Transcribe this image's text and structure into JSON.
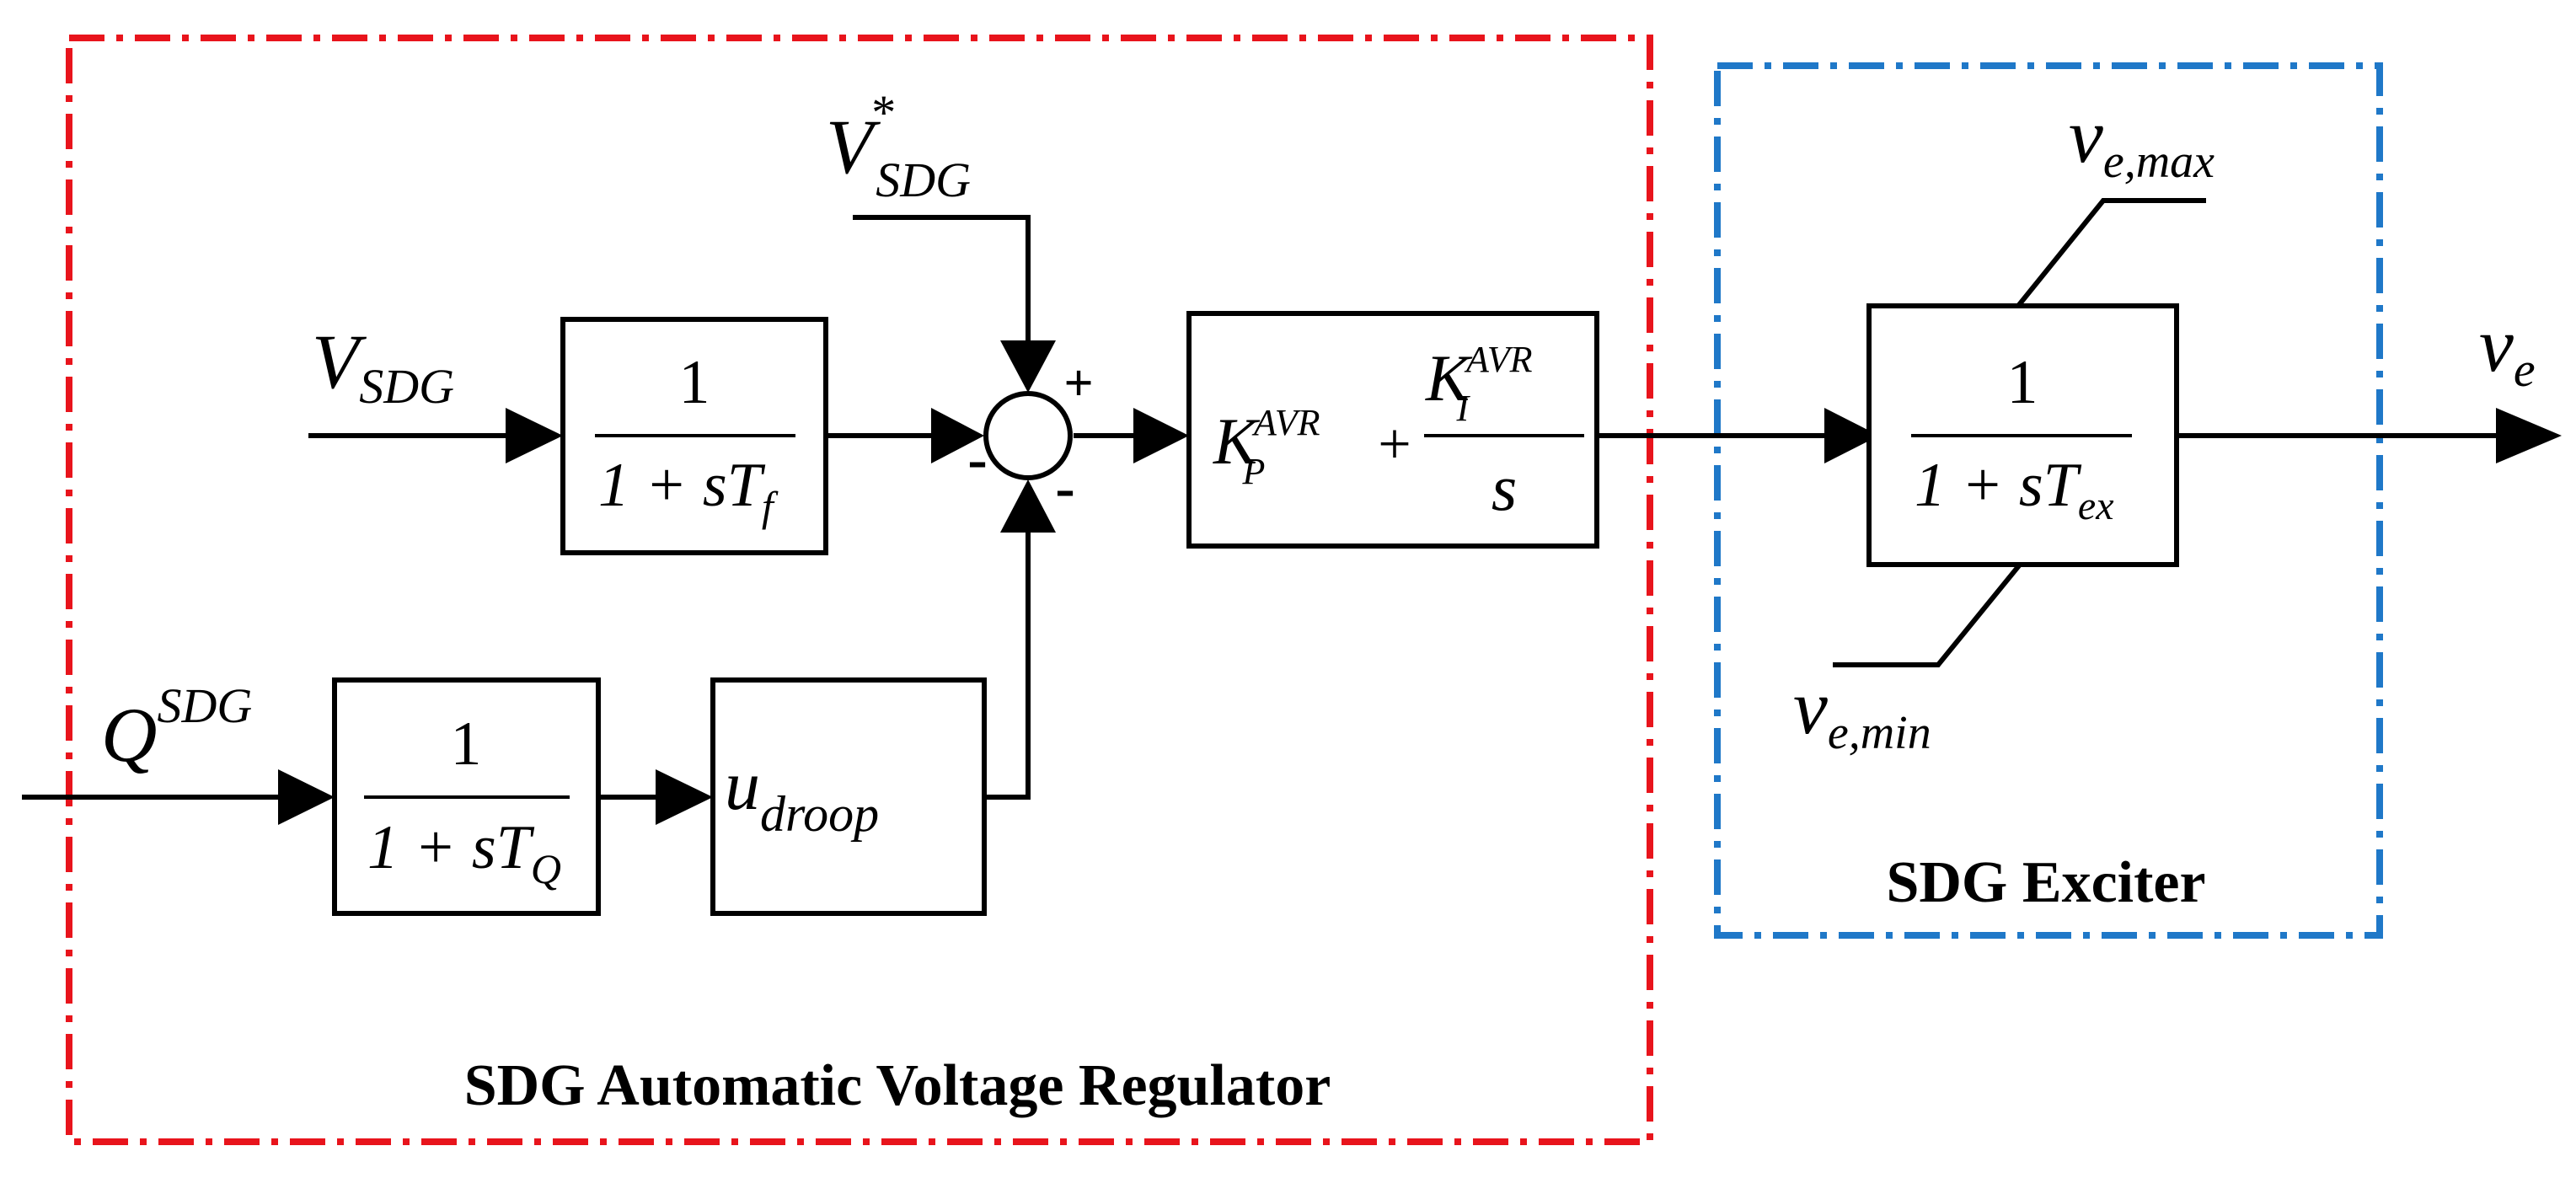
{
  "avr_group": {
    "title": "SDG Automatic Voltage Regulator",
    "border_color": "#e8141c"
  },
  "exciter_group": {
    "title": "SDG Exciter",
    "border_color": "#1f78c8"
  },
  "inputs": {
    "v_sdg": {
      "main": "V",
      "sub": "SDG"
    },
    "v_sdg_ref": {
      "main": "V",
      "sup": "*",
      "sub": "SDG"
    },
    "q_sdg": {
      "main": "Q",
      "sup": "SDG"
    }
  },
  "blocks": {
    "voltage_filter": {
      "numerator": "1",
      "denominator": "1 + sT",
      "denominator_sub": "f"
    },
    "q_filter": {
      "numerator": "1",
      "denominator": "1 + sT",
      "denominator_sub": "Q"
    },
    "droop": {
      "main": "u",
      "sub": "droop"
    },
    "pi": {
      "kp": "K",
      "kp_sub": "P",
      "kp_sup": "AVR",
      "plus": "+",
      "ki": "K",
      "ki_sub": "I",
      "ki_sup": "AVR",
      "ki_den": "s"
    },
    "exciter": {
      "numerator": "1",
      "denominator": "1 + sT",
      "denominator_sub": "ex"
    }
  },
  "summing_junction": {
    "signs": {
      "top": "+",
      "left": "-",
      "bottom": "-"
    }
  },
  "limits": {
    "max": {
      "main": "v",
      "sub": "e,max"
    },
    "min": {
      "main": "v",
      "sub": "e,min"
    }
  },
  "output": {
    "main": "v",
    "sub": "e"
  }
}
